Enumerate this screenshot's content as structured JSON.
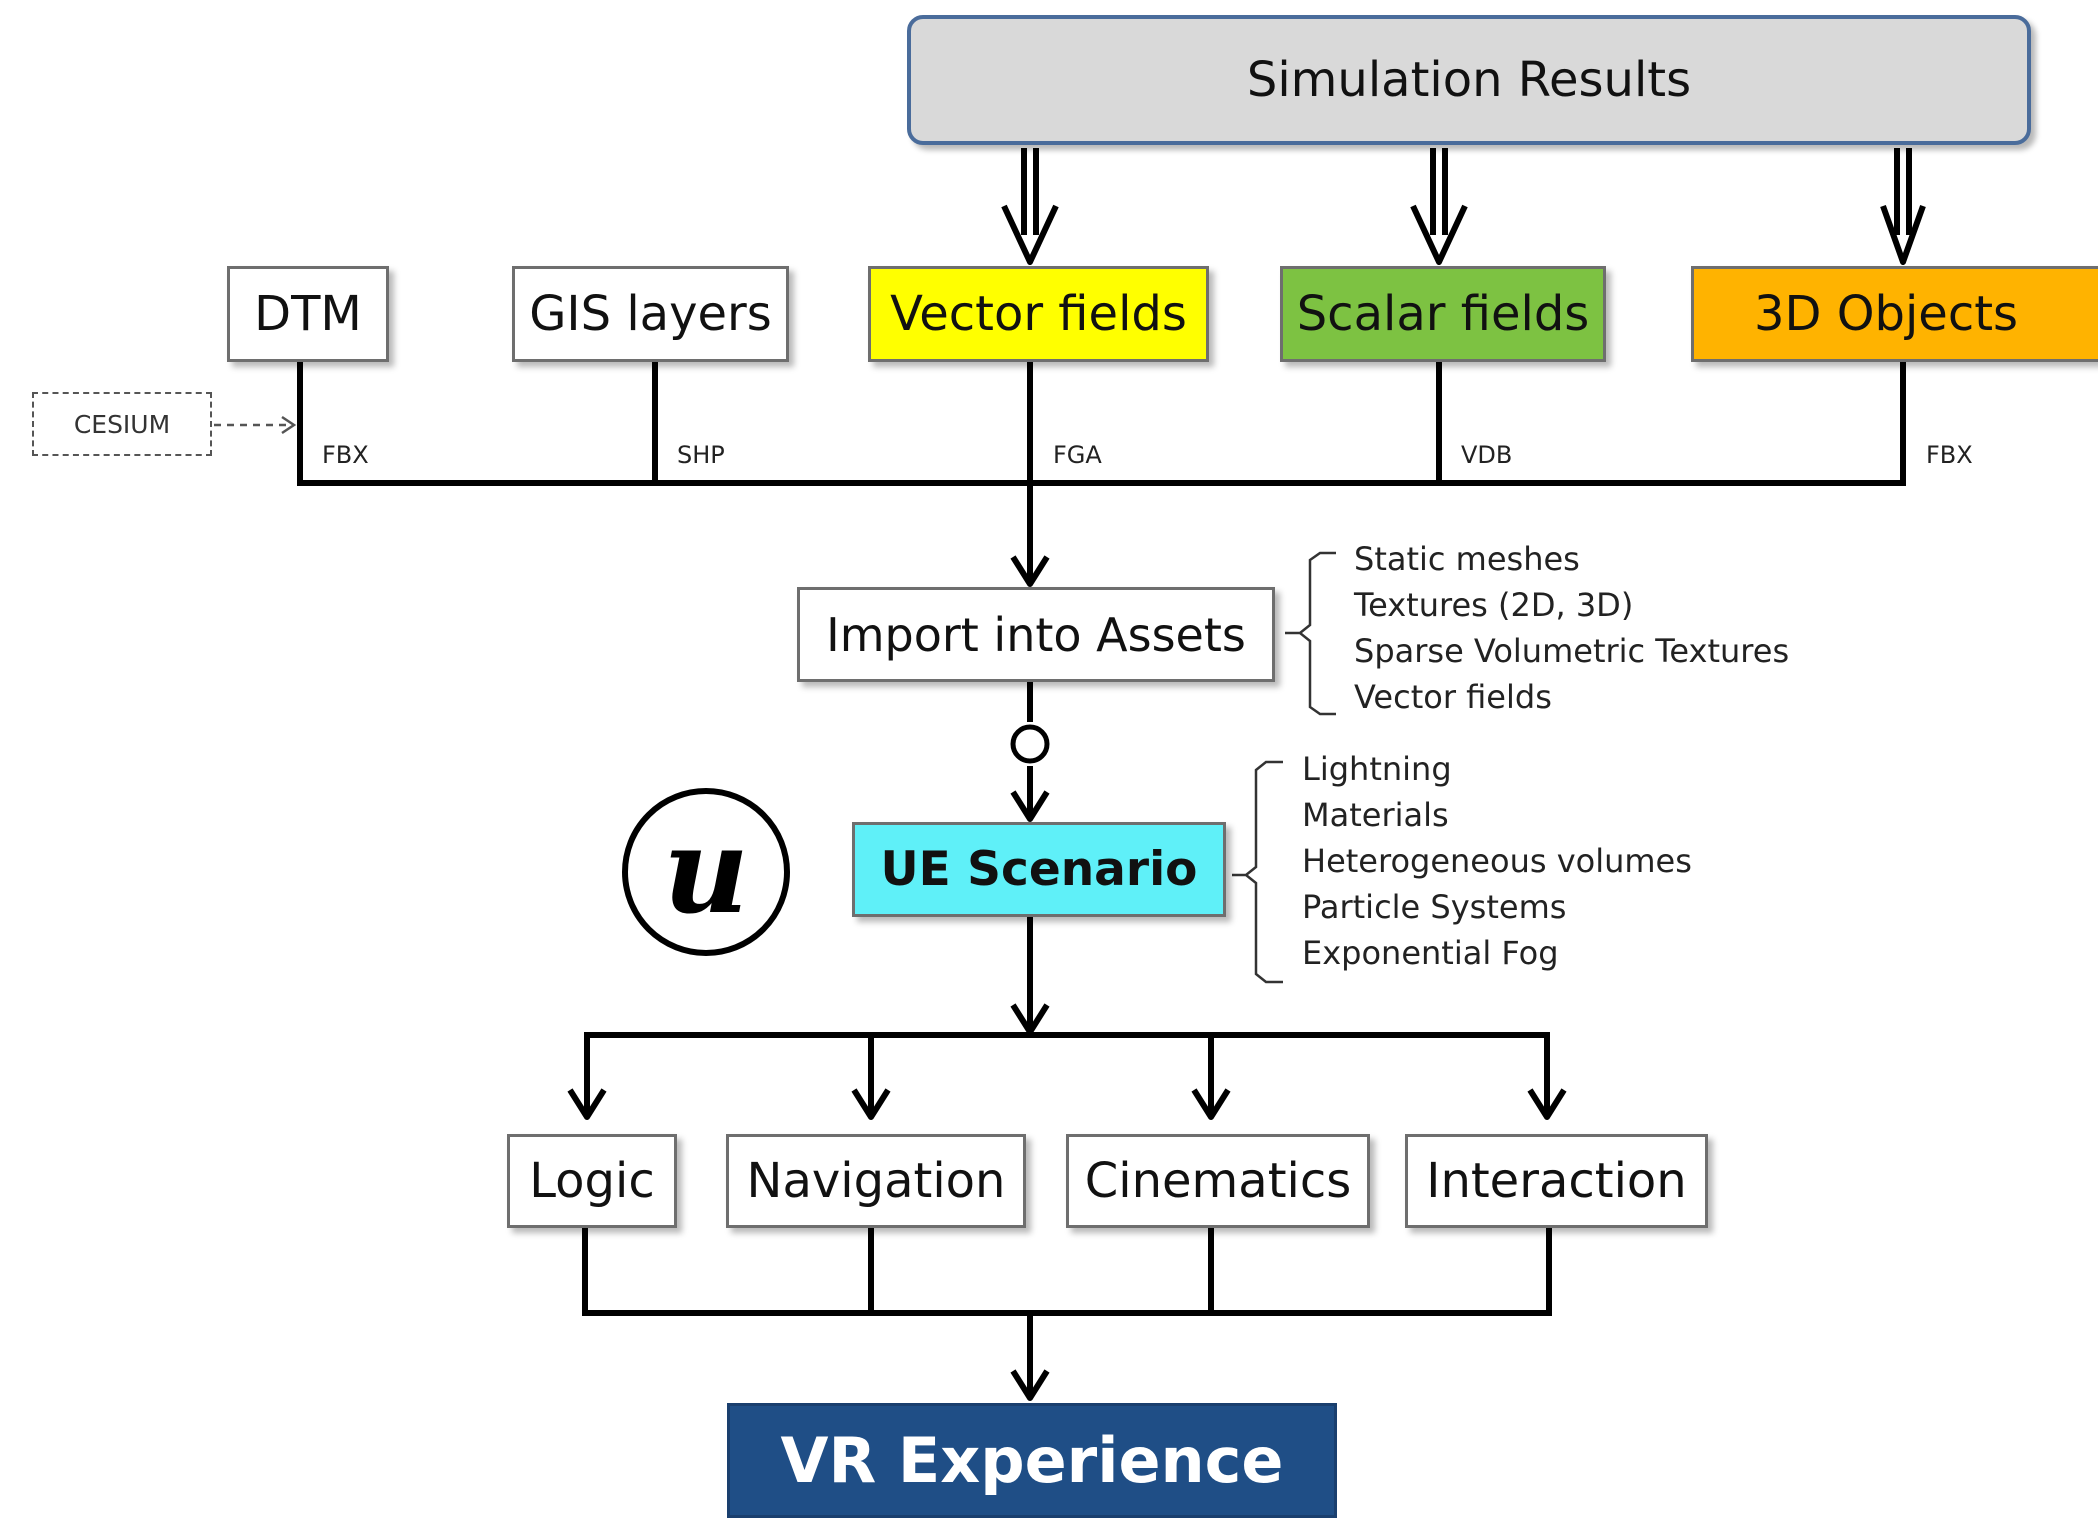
{
  "sources": {
    "simulation": "Simulation Results",
    "dtm": "DTM",
    "gis": "GIS layers",
    "vector": "Vector fields",
    "scalar": "Scalar fields",
    "objects": "3D Objects",
    "cesium": "CESIUM"
  },
  "formats": {
    "dtm": "FBX",
    "gis": "SHP",
    "vector": "FGA",
    "scalar": "VDB",
    "objects": "FBX"
  },
  "import": {
    "label": "Import into Assets",
    "items": [
      "Static meshes",
      "Textures (2D, 3D)",
      "Sparse Volumetric Textures",
      "Vector fields"
    ]
  },
  "scenario": {
    "label": "UE Scenario",
    "logo": "unreal-engine-logo",
    "items": [
      "Lightning",
      "Materials",
      "Heterogeneous volumes",
      "Particle Systems",
      "Exponential Fog"
    ]
  },
  "modules": [
    "Logic",
    "Navigation",
    "Cinematics",
    "Interaction"
  ],
  "output": "VR Experience",
  "colors": {
    "simulation": "#d9d9d9",
    "simulation_border": "#4a6c9b",
    "vector": "#ffff00",
    "scalar": "#7dc242",
    "objects": "#ffb300",
    "scenario": "#5ff0f8",
    "output": "#1f4e86"
  }
}
